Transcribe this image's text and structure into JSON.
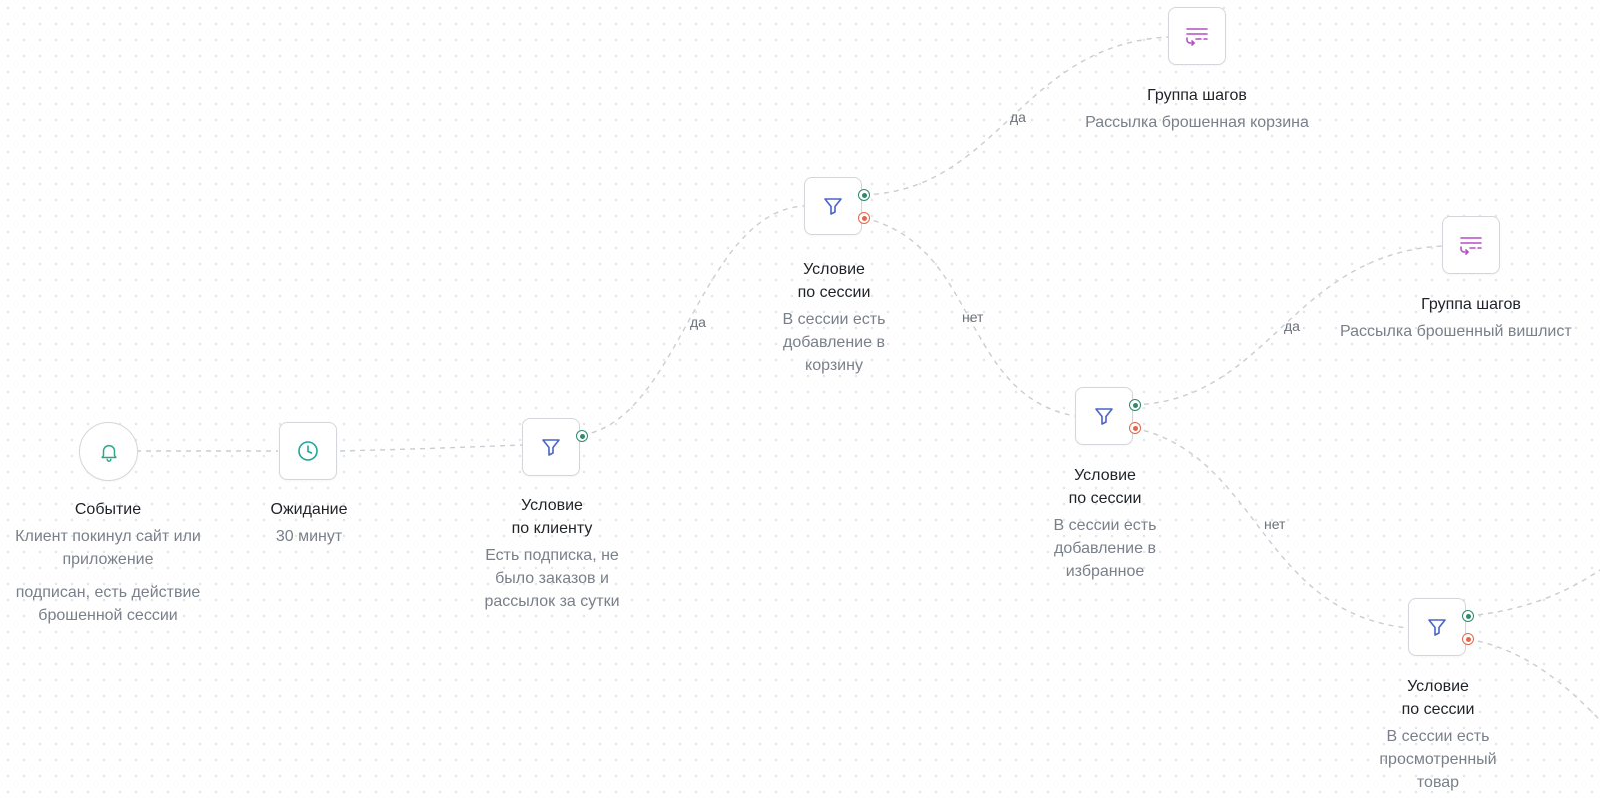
{
  "colors": {
    "edge": "#c9cdd2",
    "yes_port": "#2e8a6a",
    "no_port": "#e2674a",
    "filter_icon": "#4a63c9",
    "group_icon": "#b44fc4",
    "event_icon": "#27a88a",
    "wait_icon": "#1ea59a"
  },
  "nodes": {
    "event": {
      "icon": "bell-icon",
      "title": "Событие",
      "desc": "Клиент покинул сайт или приложение",
      "desc2": "подписан, есть действие брошенной сессии"
    },
    "wait": {
      "icon": "clock-icon",
      "title": "Ожидание",
      "desc": "30 минут"
    },
    "client_condition": {
      "icon": "filter-icon",
      "title_line1": "Условие",
      "title_line2": "по клиенту",
      "desc": "Есть подписка, не было заказов и рассылок за сутки"
    },
    "session_cart": {
      "icon": "filter-icon",
      "title_line1": "Условие",
      "title_line2": "по сессии",
      "desc": "В сессии есть добавление в корзину"
    },
    "group_cart": {
      "icon": "step-group-icon",
      "title": "Группа шагов",
      "desc": "Рассылка брошенная корзина"
    },
    "session_favorite": {
      "icon": "filter-icon",
      "title_line1": "Условие",
      "title_line2": "по сессии",
      "desc": "В сессии есть добавление в избранное"
    },
    "group_wishlist": {
      "icon": "step-group-icon",
      "title": "Группа шагов",
      "desc": "Рассылка брошенный вишлист"
    },
    "session_viewed": {
      "icon": "filter-icon",
      "title_line1": "Условие",
      "title_line2": "по сессии",
      "desc": "В сессии есть просмотренный товар"
    }
  },
  "edge_labels": {
    "client_yes": "да",
    "cart_yes": "да",
    "cart_no": "нет",
    "favorite_yes": "да",
    "favorite_no": "нет"
  }
}
